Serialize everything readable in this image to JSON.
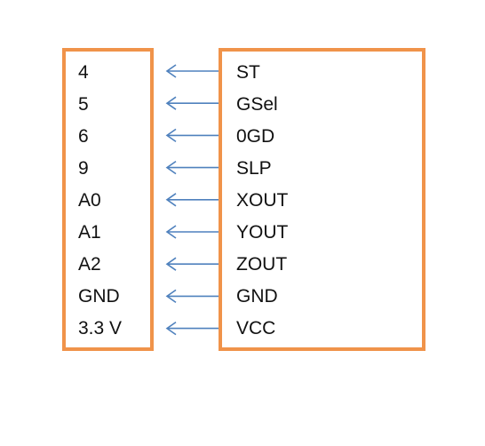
{
  "left_labels": [
    "4",
    "5",
    "6",
    "9",
    "A0",
    "A1",
    "A2",
    "GND",
    "3.3 V"
  ],
  "right_labels": [
    "ST",
    "GSel",
    "0GD",
    "SLP",
    "XOUT",
    "YOUT",
    "ZOUT",
    "GND",
    "VCC"
  ],
  "colors": {
    "box_border": "#f0934a",
    "arrow": "#4f81bd",
    "text": "#111111"
  },
  "icons": {
    "connection": "arrow-left-icon"
  }
}
